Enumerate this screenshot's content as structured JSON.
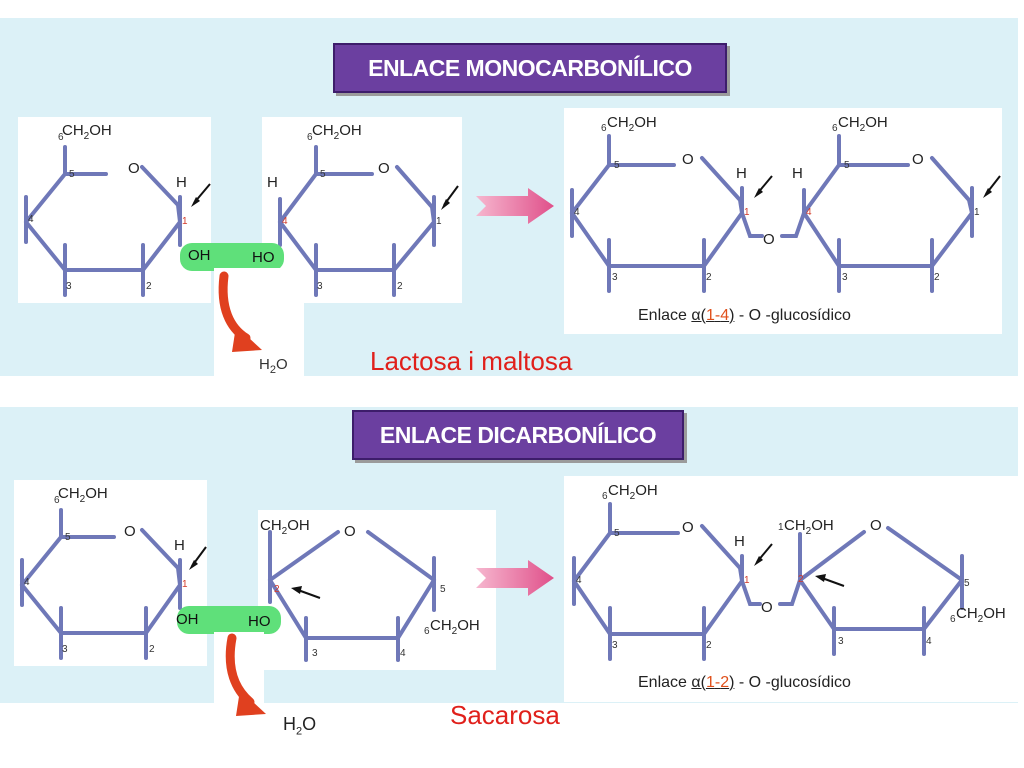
{
  "top": {
    "banner": "ENLACE MONOCARBONÍLICO",
    "reactant_left": {
      "ch2oh": "CH2OH",
      "ch2oh_num": "6",
      "o": "O",
      "h": "H",
      "oh": "OH",
      "nums": {
        "c1": "1",
        "c2": "2",
        "c3": "3",
        "c4": "4",
        "c5": "5"
      }
    },
    "reactant_right": {
      "ch2oh": "CH2OH",
      "ch2oh_num": "6",
      "o": "O",
      "h": "H",
      "ho": "HO",
      "nums": {
        "c1": "1",
        "c2": "2",
        "c3": "3",
        "c4": "4",
        "c5": "5"
      }
    },
    "product": {
      "ch2oh": "CH2OH",
      "ch2oh_num": "6",
      "o": "O",
      "h": "H",
      "bridge_o": "O",
      "nums": {
        "c1": "1",
        "c2": "2",
        "c3": "3",
        "c4": "4",
        "c5": "5"
      }
    },
    "water": {
      "h": "H",
      "sub": "2",
      "o": "O"
    },
    "linkage": {
      "prefix": "Enlace",
      "alpha": "α(",
      "a": "1",
      "dash": "-",
      "b": "4",
      "close": ")",
      "suffix": " - O -glucosídico"
    },
    "caption": "Lactosa i maltosa"
  },
  "bottom": {
    "banner": "ENLACE DICARBONÍLICO",
    "reactant_left": {
      "ch2oh": "CH2OH",
      "ch2oh_num": "6",
      "o": "O",
      "h": "H",
      "oh": "OH",
      "nums": {
        "c1": "1",
        "c2": "2",
        "c3": "3",
        "c4": "4",
        "c5": "5"
      }
    },
    "reactant_right": {
      "ch2oh": "CH2OH",
      "o": "O",
      "ho": "HO",
      "ch2oh6": "CH2OH",
      "num6": "6",
      "nums": {
        "c2": "2",
        "c3": "3",
        "c4": "4",
        "c5": "5"
      }
    },
    "product": {
      "ch2oh": "CH2OH",
      "ch2oh_num": "6",
      "o": "O",
      "h": "H",
      "bridge_o": "O",
      "ch2oh_r": "CH2OH",
      "num1": "1",
      "ch2oh6": "CH2OH",
      "num6": "6",
      "nums": {
        "c1": "1",
        "c2": "2",
        "c3": "3",
        "c4": "4",
        "c5": "5"
      }
    },
    "water": {
      "h": "H",
      "sub": "2",
      "o": "O"
    },
    "linkage": {
      "prefix": "Enlace",
      "alpha": "α(",
      "a": "1",
      "dash": "-",
      "b": "2",
      "close": ")",
      "suffix": " - O -glucosídico"
    },
    "caption": "Sacarosa"
  },
  "colors": {
    "panel": "#dcf1f7",
    "banner": "#6b3fa0",
    "bond": "#6f78b8",
    "green": "#5fe07a",
    "red_arrow": "#e0401f",
    "pink_arrow": "#e0508a",
    "caption": "#e0201b"
  }
}
